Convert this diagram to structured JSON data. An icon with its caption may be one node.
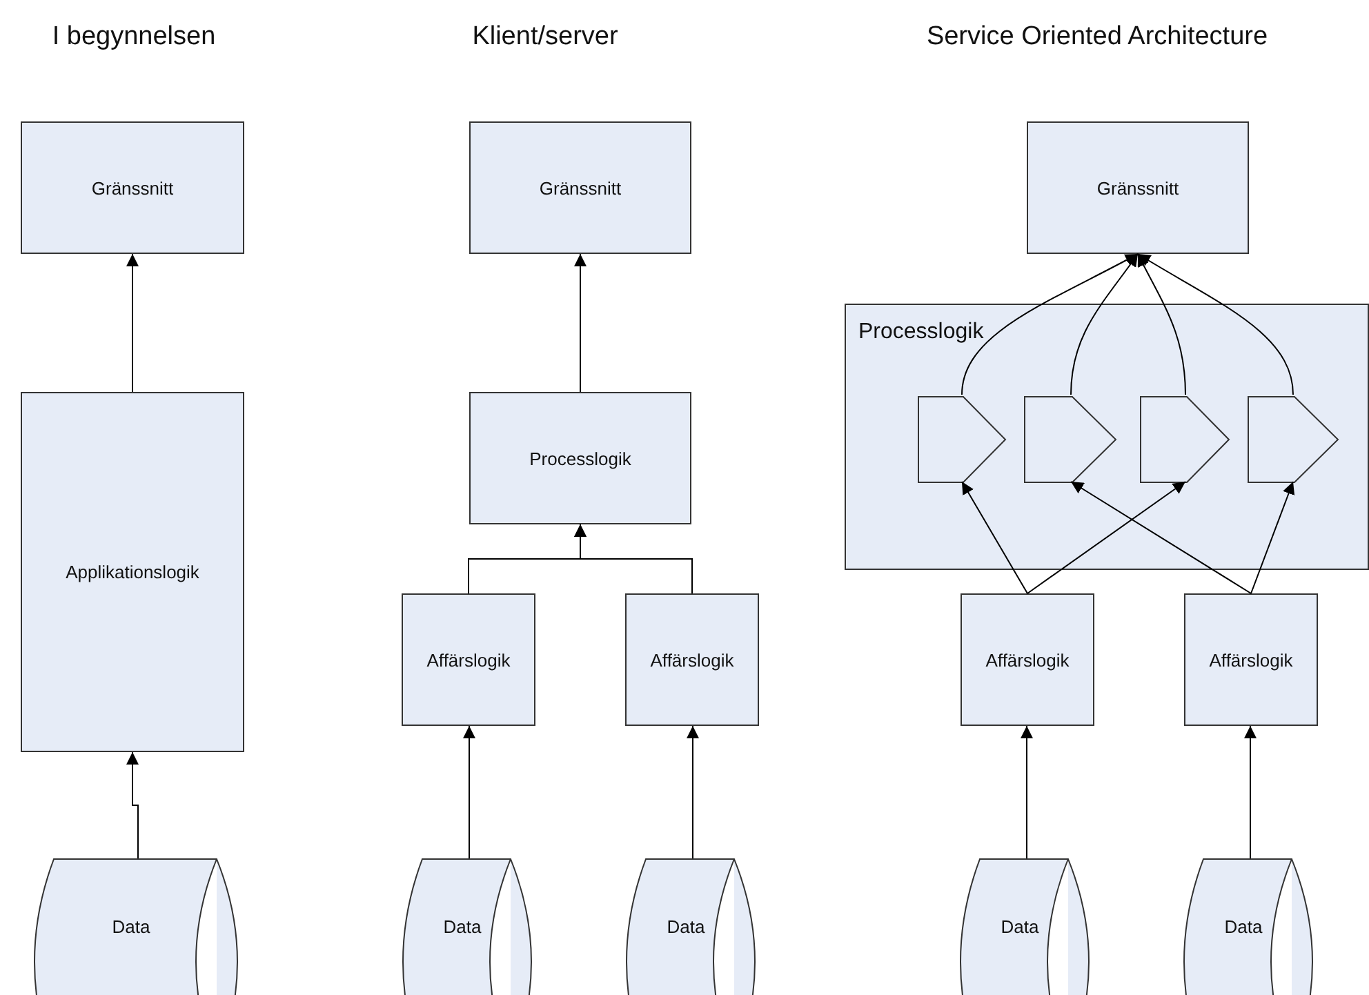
{
  "diagram": {
    "nodes": [
      {
        "text": [
          "Gränssnitt"
        ]
      },
      {
        "text": [
          "Applikationslogik"
        ]
      },
      {
        "text": [
          "Data"
        ]
      },
      {
        "text": [
          "Gränssnitt"
        ]
      },
      {
        "text": [
          "Processlogik"
        ]
      },
      {
        "text": [
          "Affärslogik"
        ]
      },
      {
        "text": [
          "Affärslogik"
        ]
      },
      {
        "text": [
          "Data"
        ]
      },
      {
        "text": [
          "Data"
        ]
      },
      {
        "text": [
          "Gränssnitt"
        ]
      },
      {
        "text": [
          "Processlogik"
        ]
      },
      {
        "text": [],
        "shape": "pentagon",
        "in": 10
      },
      {
        "text": [],
        "shape": "pentagon",
        "in": 10
      },
      {
        "text": [],
        "shape": "pentagon",
        "in": 10
      },
      {
        "text": [],
        "shape": "pentagon",
        "in": 10
      },
      {
        "text": [
          "Affärslogik"
        ]
      },
      {
        "text": [
          "Affärslogik"
        ]
      },
      {
        "text": [
          "Data"
        ]
      },
      {
        "text": [
          "Data"
        ]
      }
    ],
    "edges": [
      {
        "from": 1,
        "to": 0,
        "arrow": "to"
      },
      {
        "from": 2,
        "to": 1,
        "arrow": "to"
      },
      {
        "from": 4,
        "to": 3,
        "arrow": "to"
      },
      {
        "from": 5,
        "to": 4,
        "arrow": "to"
      },
      {
        "from": 6,
        "to": 4,
        "arrow": "to"
      },
      {
        "from": 7,
        "to": 5,
        "arrow": "to"
      },
      {
        "from": 8,
        "to": 6,
        "arrow": "to"
      },
      {
        "from": 11,
        "to": 9,
        "arrow": "to"
      },
      {
        "from": 12,
        "to": 9,
        "arrow": "to"
      },
      {
        "from": 13,
        "to": 9,
        "arrow": "to"
      },
      {
        "from": 14,
        "to": 9,
        "arrow": "to"
      },
      {
        "from": 15,
        "to": 11,
        "arrow": "to"
      },
      {
        "from": 15,
        "to": 13,
        "arrow": "to"
      },
      {
        "from": 16,
        "to": 12,
        "arrow": "to"
      },
      {
        "from": 16,
        "to": 14,
        "arrow": "to"
      },
      {
        "from": 17,
        "to": 15,
        "arrow": "to"
      },
      {
        "from": 18,
        "to": 16,
        "arrow": "to"
      }
    ],
    "labels": [
      "I begynnelsen",
      "Klient/server",
      "Service Oriented Architecture"
    ]
  }
}
